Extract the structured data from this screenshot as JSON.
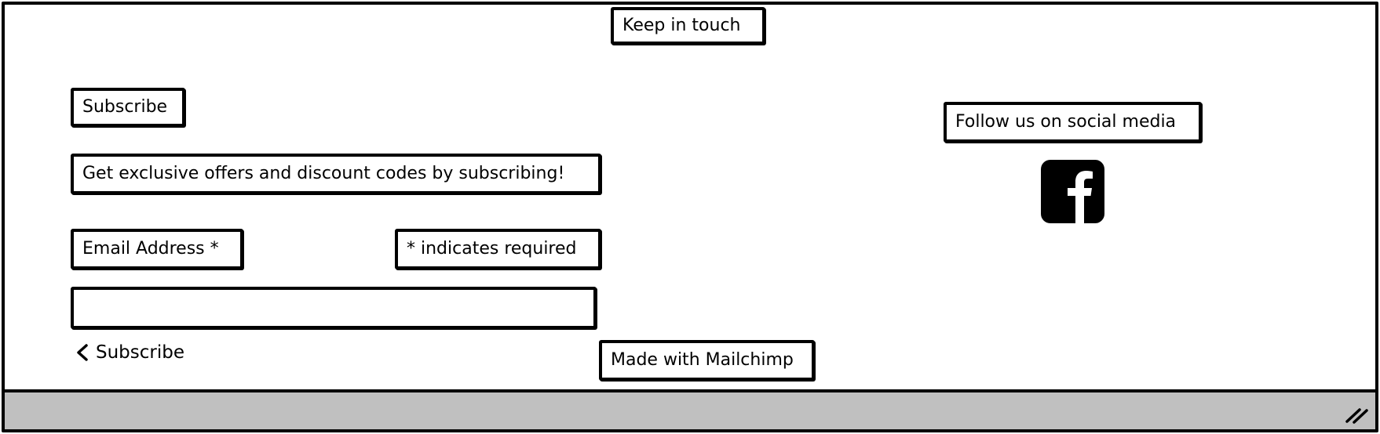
{
  "header": {
    "title": "Keep in touch"
  },
  "subscribe": {
    "title": "Subscribe",
    "description": "Get exclusive offers and discount codes by subscribing!",
    "email_label": "Email Address *",
    "required_note": "* indicates required",
    "email_value": "",
    "email_placeholder": "",
    "submit_label": "Subscribe"
  },
  "footer": {
    "made_with": "Made with Mailchimp"
  },
  "social": {
    "heading": "Follow us on social media",
    "icons": [
      "facebook-icon"
    ]
  },
  "colors": {
    "background": "#ffffff",
    "stroke": "#000000",
    "statusbar": "#c0c0c0"
  }
}
